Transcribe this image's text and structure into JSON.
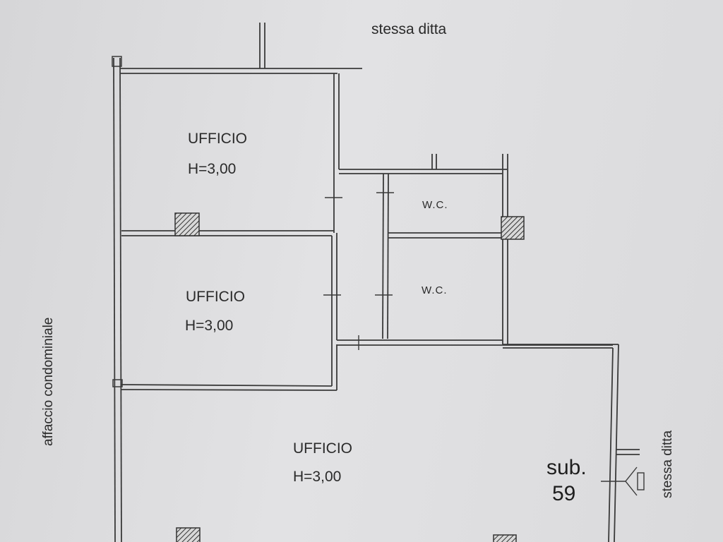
{
  "plan": {
    "top_neighbor": "stessa ditta",
    "right_neighbor": "stessa ditta",
    "left_side": "affaccio condominiale",
    "unit_label": "sub.",
    "unit_number": "59"
  },
  "rooms": [
    {
      "name": "UFFICIO",
      "height": "H=3,00"
    },
    {
      "name": "UFFICIO",
      "height": "H=3,00"
    },
    {
      "name": "UFFICIO",
      "height": "H=3,00"
    },
    {
      "name": "W.C."
    },
    {
      "name": "W.C."
    }
  ],
  "colors": {
    "wall": "#3a3a3a",
    "paper": "#dedee0"
  }
}
